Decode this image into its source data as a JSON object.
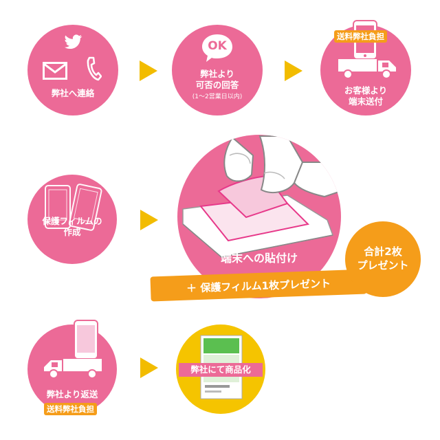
{
  "step1": {
    "label": "弊社へ連絡",
    "icons": [
      "twitter-icon",
      "mail-icon",
      "phone-icon"
    ]
  },
  "step2": {
    "ok_badge": "OK",
    "line1": "弊社より",
    "line2": "可否の回答",
    "note": "(1〜2営業日以内)"
  },
  "step3": {
    "tag": "送料弊社負担",
    "line1": "お客様より",
    "line2": "端末送付"
  },
  "step4": {
    "line1": "保護フィルムの",
    "line2": "作成"
  },
  "step5": {
    "label": "端末への貼付け",
    "plus": "＋ 保護フィルム1枚プレゼント",
    "badge_line1": "合計2枚",
    "badge_line2": "プレゼント"
  },
  "step6": {
    "line1": "弊社より返送",
    "tag": "送料弊社負担"
  },
  "step7": {
    "label": "弊社にて商品化"
  },
  "colors": {
    "pink": "#ec6a97",
    "arrow": "#f2bc00",
    "orange": "#f59d1a",
    "package": "#f5c400"
  }
}
